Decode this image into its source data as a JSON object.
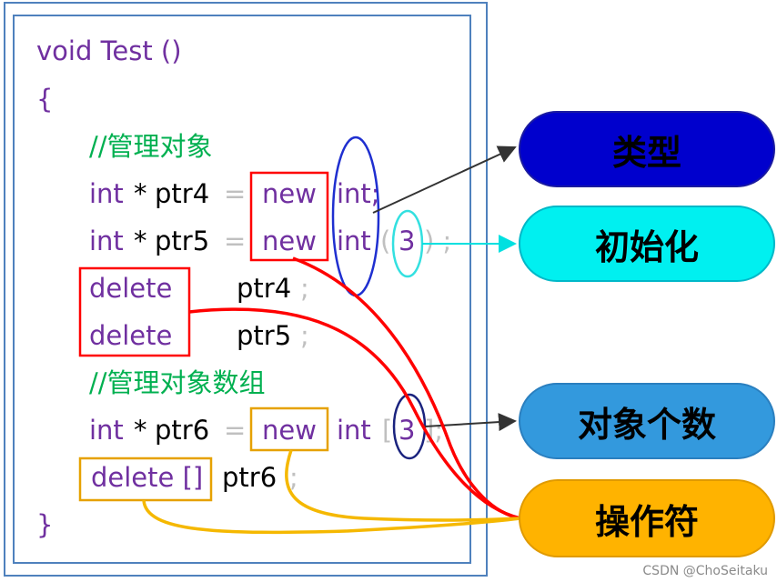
{
  "code": {
    "line1": "void Test ()",
    "line2": "{",
    "line3": "//管理对象",
    "line4_int": "int",
    "line4_star": "*",
    "line4_ptr": "ptr4",
    "line4_eq": "=",
    "line4_new": "new",
    "line4_type": "int;",
    "line5_int": "int",
    "line5_star": "*",
    "line5_ptr": "ptr5",
    "line5_eq": "=",
    "line5_new": "new",
    "line5_type": "int",
    "line5_open": "(",
    "line5_num": "3",
    "line5_close": ") ;",
    "line6_delete": "delete",
    "line6_ptr": "ptr4",
    "line6_semi": ";",
    "line7_delete": "delete",
    "line7_ptr": "ptr5",
    "line7_semi": ";",
    "line8": "//管理对象数组",
    "line9_int": "int",
    "line9_star": "*",
    "line9_ptr": "ptr6",
    "line9_eq": "=",
    "line9_new": "new",
    "line9_type": "int",
    "line9_open": "[",
    "line9_num": "3",
    "line9_close": "];",
    "line10_delete": "delete []",
    "line10_ptr": "ptr6",
    "line10_semi": ";",
    "line11": "}"
  },
  "labels": {
    "type": "类型",
    "init": "初始化",
    "count": "对象个数",
    "operator": "操作符"
  },
  "colors": {
    "type_bg": "#0000cd",
    "init_bg": "#00f0f0",
    "count_bg": "#3399dd",
    "operator_bg": "#ffb300",
    "red": "#ff0000",
    "orange": "#e6a100"
  },
  "watermark": "CSDN @ChoSeitaku"
}
